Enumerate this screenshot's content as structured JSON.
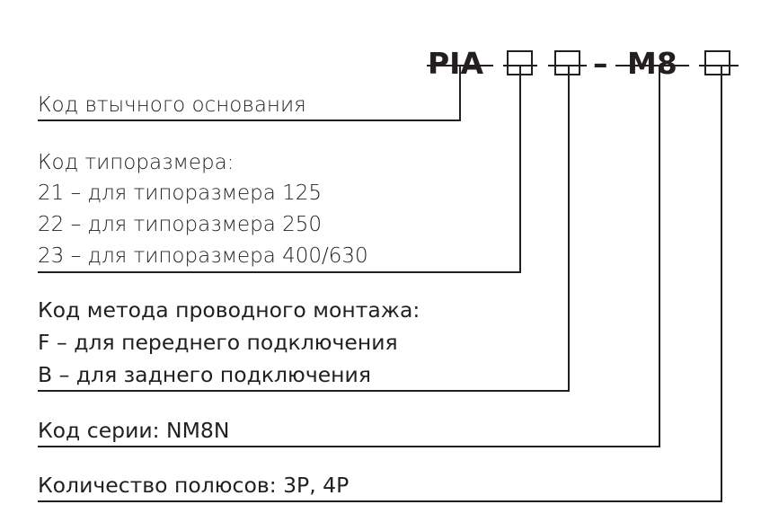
{
  "code": {
    "prefix": "PIA",
    "dash": "–",
    "series": "M8"
  },
  "descriptions": {
    "plug_base": "Код втычного основания",
    "frame_size": {
      "title": "Код типоразмера:",
      "options": [
        "21 – для типоразмера 125",
        "22 – для типоразмера 250",
        "23 – для типоразмера 400/630"
      ]
    },
    "wiring": {
      "title": "Код метода проводного монтажа:",
      "options": [
        "F – для переднего подключения",
        "B – для заднего подключения"
      ]
    },
    "series": "Код серии: NM8N",
    "poles": "Количество полюсов: 3P, 4P"
  }
}
